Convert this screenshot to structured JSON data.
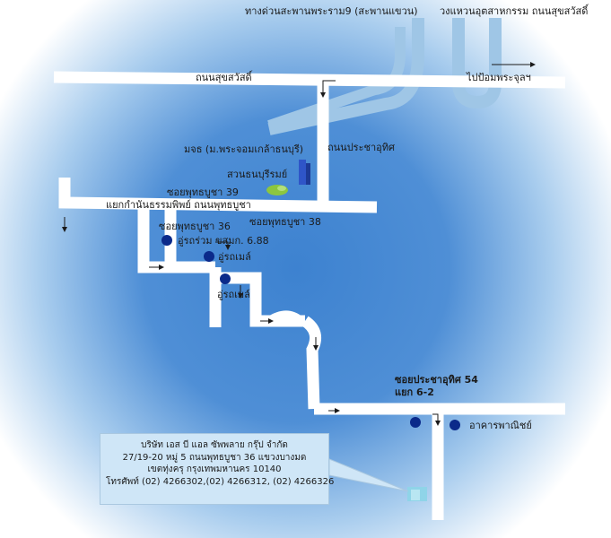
{
  "colors": {
    "background_center": "#3d82d0",
    "background_edge": "#ffffff",
    "road": "#ffffff",
    "expressway": "#9fc6e6",
    "marker": "#0b2a8a",
    "building": "#2f55c8",
    "park": "#8cc63f",
    "info_box": "#cfe6f7"
  },
  "labels": {
    "expressway_to_rama9": "ทางด่วนสะพานพระราม9 (สะพานแขวน)",
    "interchange": "วงแหวนอุตสาหกรรม ถนนสุขสวัสดิ์",
    "suksawat_road": "ถนนสุขสวัสดิ์",
    "to_phra_pradaeng": "ไปป้อมพระจุลฯ",
    "kmutt": "มจธ (ม.พระจอมเกล้าธนบุรี)",
    "pracha_uthit_road": "ถนนประชาอุทิศ",
    "thonburirom_park": "สวนธนบุรีรมย์",
    "soi_39": "ซอยพุทธบูชา 39",
    "kamnan_junction": "แยกกำนันธรรมพิพย์ ถนนพุทธบูชา",
    "soi_36": "ซอยพุทธบูชา 36",
    "soi_38": "ซอยพุทธบูชา 38",
    "garage_1": "อู่รถร่วม ขสมก. 6.88",
    "garage_2": "อู่รถเมล์",
    "garage_3": "อู่รถเมล์",
    "soi_pracha_uthit_54": "ซอยประชาอุทิศ 54",
    "junction_6_2": "แยก 6-2",
    "commercial_building": "อาคารพาณิชย์"
  },
  "info": {
    "company": "บริษัท เอส บี แอล ซัพพลาย กรุ๊ป จำกัด",
    "address_1": "27/19-20 หมู่ 5 ถนนพุทธบูชา 36 แขวงบางมด",
    "address_2": "เขตทุ่งครุ กรุงเทพมหานคร 10140",
    "phone": "โทรศัพท์ (02) 4266302,(02) 4266312, (02) 4266326"
  },
  "icons": {
    "location_marker": "dot-marker",
    "direction_arrow": "arrow",
    "building": "building-icon",
    "park": "park-icon",
    "destination": "office-building-icon"
  }
}
